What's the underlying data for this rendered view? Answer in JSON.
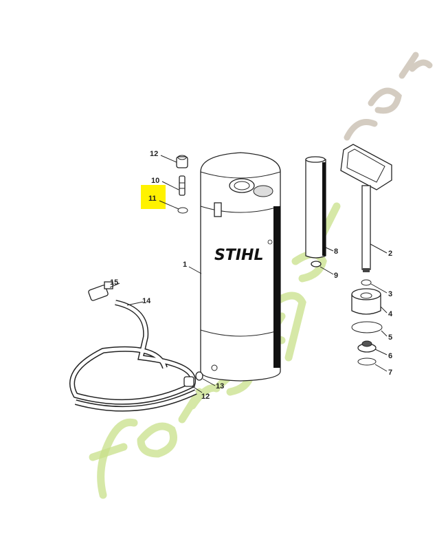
{
  "diagram": {
    "brand_logo": "STIHL",
    "highlight_color": "#fff200",
    "highlighted_part": "11",
    "watermark": {
      "text": "foretjardin.com",
      "colors": [
        "#c8e08a",
        "#c9bfb2"
      ]
    },
    "callouts": [
      {
        "id": "1",
        "part": "tank"
      },
      {
        "id": "2",
        "part": "pump-handle"
      },
      {
        "id": "3",
        "part": "o-ring-small"
      },
      {
        "id": "4",
        "part": "screw-cap"
      },
      {
        "id": "5",
        "part": "gasket-large"
      },
      {
        "id": "6",
        "part": "valve"
      },
      {
        "id": "7",
        "part": "o-ring"
      },
      {
        "id": "8",
        "part": "pump-cylinder"
      },
      {
        "id": "9",
        "part": "washer"
      },
      {
        "id": "10",
        "part": "nipple"
      },
      {
        "id": "11",
        "part": "o-ring-nipple"
      },
      {
        "id": "12",
        "part": "nut-top"
      },
      {
        "id": "12",
        "part": "nut-bottom"
      },
      {
        "id": "13",
        "part": "seal-ring"
      },
      {
        "id": "14",
        "part": "hose"
      },
      {
        "id": "15",
        "part": "hose-coupling"
      }
    ]
  }
}
